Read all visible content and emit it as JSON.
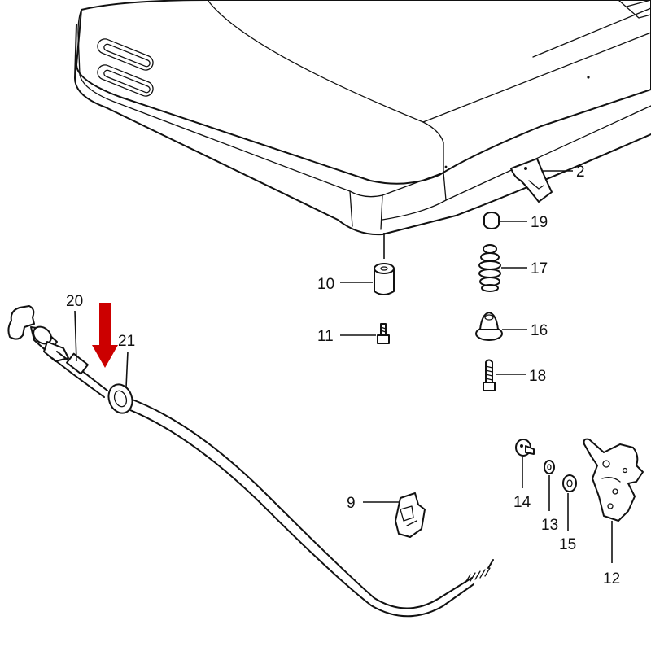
{
  "diagram": {
    "accent_color": "#cc0000",
    "callouts": [
      {
        "id": "hood",
        "label": ""
      },
      {
        "id": "2",
        "label": "2"
      },
      {
        "id": "19",
        "label": "19"
      },
      {
        "id": "17",
        "label": "17"
      },
      {
        "id": "16",
        "label": "16"
      },
      {
        "id": "18",
        "label": "18"
      },
      {
        "id": "10",
        "label": "10"
      },
      {
        "id": "11",
        "label": "11"
      },
      {
        "id": "20",
        "label": "20"
      },
      {
        "id": "21",
        "label": "21"
      },
      {
        "id": "9",
        "label": "9"
      },
      {
        "id": "14",
        "label": "14"
      },
      {
        "id": "13",
        "label": "13"
      },
      {
        "id": "15",
        "label": "15"
      },
      {
        "id": "12",
        "label": "12"
      }
    ],
    "labels": {
      "p2": "2",
      "p19": "19",
      "p17": "17",
      "p16": "16",
      "p18": "18",
      "p10": "10",
      "p11": "11",
      "p20": "20",
      "p21": "21",
      "p9": "9",
      "p14": "14",
      "p13": "13",
      "p15": "15",
      "p12": "12"
    },
    "highlight_arrow_icon": "down-arrow-icon"
  }
}
